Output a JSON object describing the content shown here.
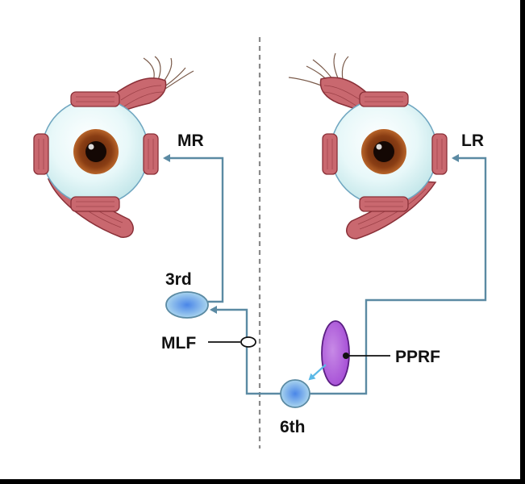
{
  "labels": {
    "mr": "MR",
    "lr": "LR",
    "third_nucleus": "3rd",
    "mlf": "MLF",
    "sixth_nucleus": "6th",
    "pprf": "PPRF"
  },
  "colors": {
    "nerve_pathway": "#5b8aa3",
    "midline": "#8a8a8a",
    "nucleus_fill": "#a9d4ee",
    "nucleus_center": "#4a86e8",
    "pprf_fill": "#a64fd6",
    "pprf_edge": "#5a1e82",
    "short_arrow": "#5bb8e6",
    "sclera": "#d9f2f4",
    "iris": "#8a3e14",
    "pupil": "#140804",
    "muscle": "#c9686f",
    "muscle_dark": "#8a3038"
  }
}
